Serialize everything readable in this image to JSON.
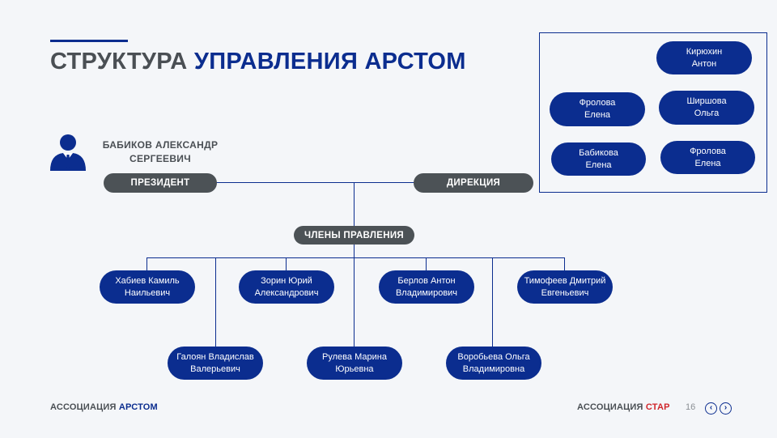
{
  "title": {
    "part1": "СТРУКТУРА",
    "part2": "УПРАВЛЕНИЯ АРСТОМ"
  },
  "president": {
    "name": "БАБИКОВ АЛЕКСАНДР\nСЕРГЕЕВИЧ",
    "label": "ПРЕЗИДЕНТ"
  },
  "direction": {
    "label": "ДИРЕКЦИЯ",
    "members": [
      "Кирюхин\nАнтон",
      "Фролова\nЕлена",
      "Ширшова\nОльга",
      "Бабикова\nЕлена",
      "Фролова\nЕлена"
    ]
  },
  "board": {
    "label": "ЧЛЕНЫ ПРАВЛЕНИЯ",
    "members": [
      "Хабиев Камиль\nНаильевич",
      "Зорин Юрий\nАлександрович",
      "Берлов Антон\nВладимирович",
      "Тимофеев Дмитрий\nЕвгеньевич",
      "Галоян Владислав\nВалерьевич",
      "Рулева Марина\nЮрьевна",
      "Воробьева Ольга\nВладимировна"
    ]
  },
  "footer": {
    "left_a": "АССОЦИАЦИЯ",
    "left_b": "АРСТОМ",
    "right_a": "АССОЦИАЦИЯ",
    "right_b": "СТАР",
    "page": "16"
  },
  "colors": {
    "accent": "#0b2d8f",
    "gray": "#4c5256",
    "red": "#d0262b"
  },
  "icons": {
    "person": "businessman-icon",
    "prev": "chevron-left-icon",
    "next": "chevron-right-icon"
  }
}
